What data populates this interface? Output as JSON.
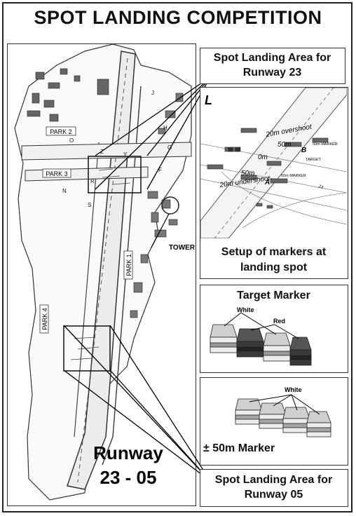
{
  "title": "SPOT LANDING COMPETITION",
  "runway_label_line1": "Runway",
  "runway_label_line2": "23 - 05",
  "map": {
    "park_labels": [
      "PARK 2",
      "PARK 3",
      "PARK 4",
      "PARK 1"
    ],
    "taxiway_letters": [
      "J",
      "H",
      "G",
      "F",
      "Z",
      "Y",
      "R",
      "N",
      "S",
      "O"
    ],
    "tower": "TOWER"
  },
  "area23": {
    "line1": "Spot Landing Area for",
    "line2": "Runway 23"
  },
  "setup": {
    "caption_line1": "Setup of markers at",
    "caption_line2": "landing spot",
    "corner": "L",
    "overshoot": "20m overshoot",
    "fifty_top": "50m",
    "b": "B",
    "fifty_marker_top": "50m MARKER",
    "zero": "0m",
    "target": "TARGET",
    "fifty_bottom": "50m",
    "fifty_marker_bottom": "50m MARKER",
    "a": "A",
    "undershoot": "20m undershoot",
    "rwy_number": "23"
  },
  "target_marker": {
    "title": "Target Marker",
    "white": "White",
    "red": "Red"
  },
  "fifty_marker": {
    "title": "± 50m Marker",
    "white": "White"
  },
  "area05": {
    "line1": "Spot Landing Area for",
    "line2": "Runway 05"
  }
}
